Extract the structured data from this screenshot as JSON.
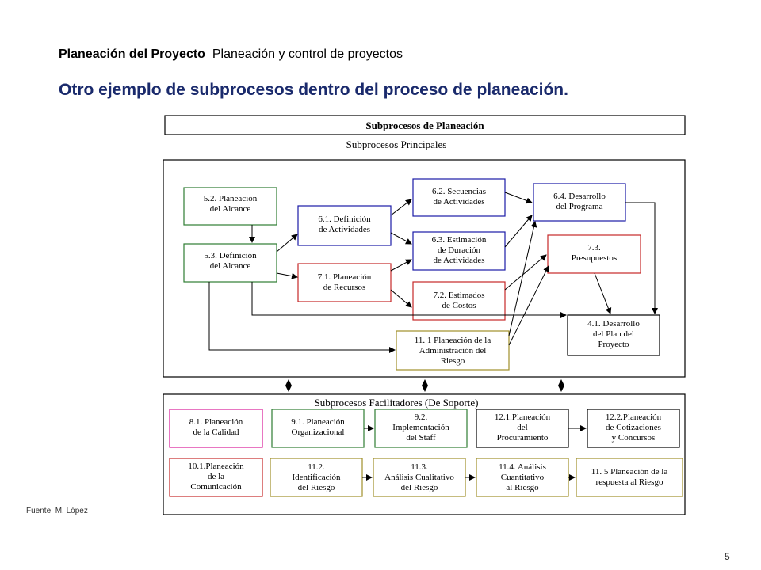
{
  "header": {
    "bold": "Planeación del Proyecto",
    "subtitle": "Planeación y control de proyectos"
  },
  "title": "Otro ejemplo de subprocesos dentro del proceso de planeación.",
  "source": "Fuente: M. López",
  "page_number": "5",
  "diagram": {
    "top_banner": "Subprocesos de Planeación",
    "principal_label": "Subprocesos Principales",
    "support_label": "Subprocesos Facilitadores (De Soporte)",
    "colors": {
      "green": "#2e7d32",
      "blue": "#1a1aa6",
      "red": "#c62828",
      "olive": "#a0902a",
      "magenta": "#d81b9a",
      "black": "#000000"
    },
    "principal_boxes": {
      "b52": "5.2. Planeación\ndel Alcance",
      "b53": "5.3. Definición\ndel Alcance",
      "b61": "6.1. Definición\nde Actividades",
      "b71": "7.1. Planeación\nde Recursos",
      "b62": "6.2. Secuencias\nde Actividades",
      "b63": "6.3. Estimación\nde Duración\nde Actividades",
      "b72": "7.2. Estimados\nde Costos",
      "b111": "11. 1 Planeación de la\nAdministración del\nRiesgo",
      "b64": "6.4. Desarrollo\ndel Programa",
      "b73": "7.3.\nPresupuestos",
      "b41": "4.1. Desarrollo\ndel Plan del\nProyecto"
    },
    "support_boxes": {
      "s81": "8.1. Planeación\nde la Calidad",
      "s91": "9.1. Planeación\nOrganizacional",
      "s92": "9.2.\nImplementación\ndel Staff",
      "s121": "12.1.Planeación\ndel\nProcuramiento",
      "s122": "12.2.Planeación\nde Cotizaciones\ny Concursos",
      "s101": "10.1.Planeación\nde la\nComunicación",
      "s112": "11.2.\nIdentificación\ndel Riesgo",
      "s113": "11.3.\nAnálisis Cualitativo\ndel Riesgo",
      "s114": "11.4. Análisis\nCuantitativo\nal Riesgo",
      "s115": "11. 5 Planeación de la\nrespuesta al Riesgo"
    }
  }
}
